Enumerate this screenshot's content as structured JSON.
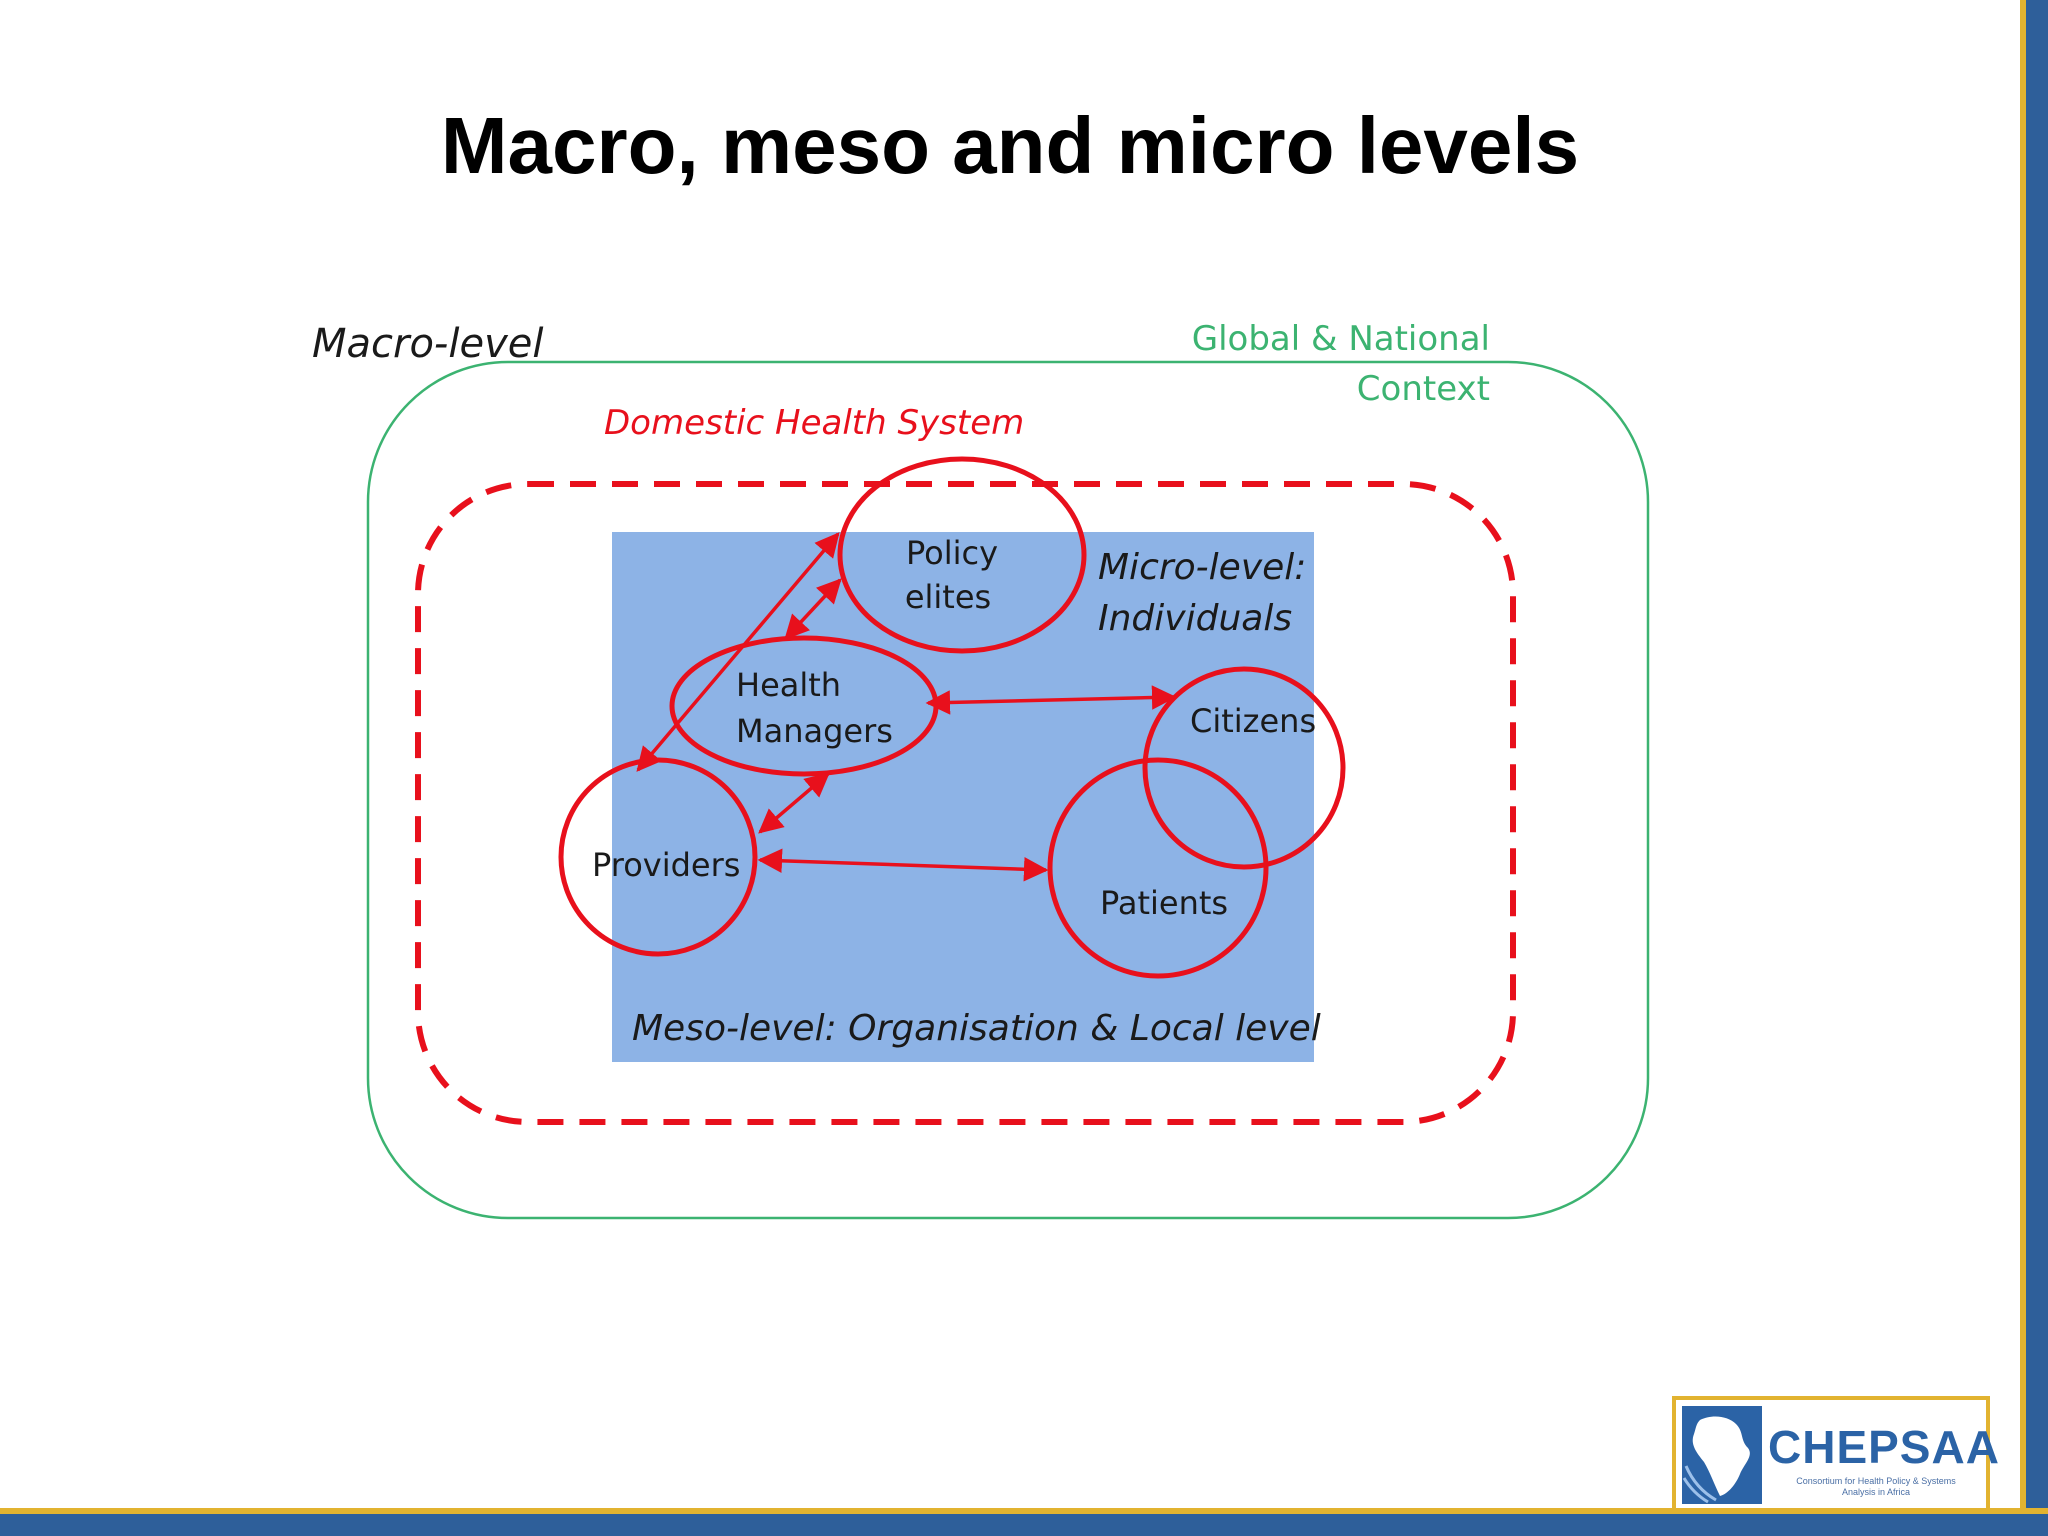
{
  "slide": {
    "title": "Macro, meso and micro levels"
  },
  "diagram": {
    "macro_label": "Macro-level",
    "context_label_line1": "Global & National",
    "context_label_line2": "Context",
    "domestic_label": "Domestic Health System",
    "micro_label_line1": "Micro-level:",
    "micro_label_line2": "Individuals",
    "meso_label": "Meso-level: Organisation & Local level",
    "actors": {
      "policy_elites_line1": "Policy",
      "policy_elites_line2": "elites",
      "health_managers_line1": "Health",
      "health_managers_line2": "Managers",
      "citizens": "Citizens",
      "providers": "Providers",
      "patients": "Patients"
    },
    "colors": {
      "context_green": "#3cb371",
      "system_red": "#e8101c",
      "panel_blue": "#8db3e6",
      "label_text": "#1a1a1a"
    }
  },
  "logo": {
    "name": "CHEPSAA",
    "subtitle": "Consortium for Health Policy & Systems Analysis in Africa"
  },
  "theme": {
    "frame_blue": "#2e5f9a",
    "frame_gold": "#e2b330"
  }
}
